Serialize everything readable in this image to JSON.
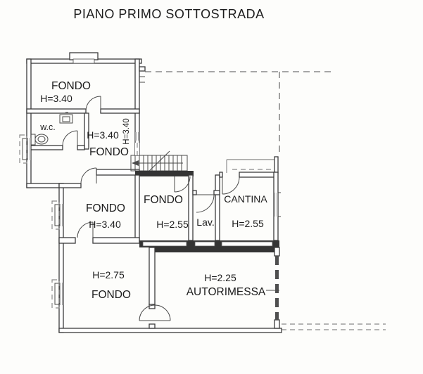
{
  "title": "PIANO PRIMO SOTTOSTRADA",
  "plan": {
    "rooms": {
      "fondo_top": {
        "label": "FONDO",
        "height": "H=3.40"
      },
      "wc": {
        "label": "w.c."
      },
      "hall": {
        "label": "FONDO",
        "height": "H=3.40",
        "height_vertical": "H=3.40"
      },
      "fondo_mid_left": {
        "label": "FONDO",
        "height": "H=3.40"
      },
      "fondo_mid": {
        "label": "FONDO",
        "height": "H=2.55"
      },
      "lav": {
        "label": "Lav."
      },
      "cantina": {
        "label": "CANTINA",
        "height": "H=2.55"
      },
      "fondo_bottom": {
        "label": "FONDO",
        "height": "H=2.75"
      },
      "autorimessa": {
        "label": "AUTORIMESSA",
        "height": "H=2.25"
      }
    },
    "colors": {
      "wall": "#3b3b3b",
      "solid_wall": "#343434",
      "dashed_boundary": "#8a8a8a",
      "text": "#1c1c1c",
      "background": "#fdfdfb"
    }
  }
}
